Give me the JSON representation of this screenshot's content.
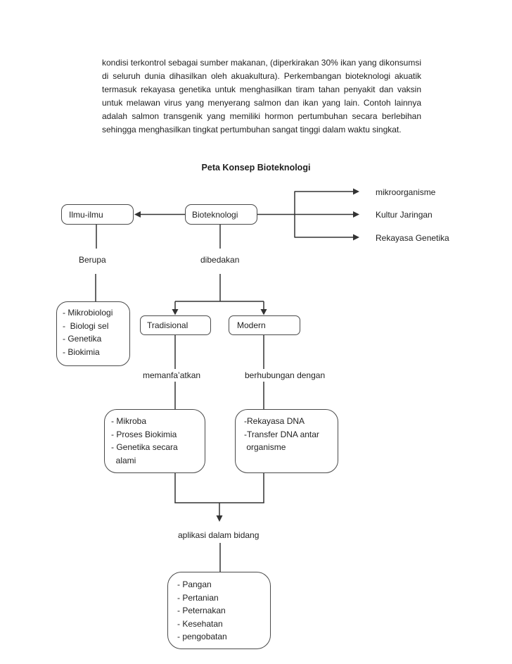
{
  "document": {
    "paragraph": "kondisi terkontrol sebagai sumber makanan, (diperkirakan 30% ikan yang dikonsumsi di seluruh dunia dihasilkan oleh akuakultura). Perkembangan bioteknologi akuatik termasuk rekayasa genetika untuk menghasilkan tiram tahan penyakit dan vaksin untuk melawan virus yang menyerang salmon dan ikan yang lain. Contoh lainnya adalah salmon transgenik yang memiliki hormon pertumbuhan secara berlebihan sehingga menghasilkan tingkat pertumbuhan sangat tinggi dalam waktu singkat.",
    "title": "Peta Konsep Bioteknologi"
  },
  "diagram": {
    "nodes": {
      "ilmu_ilmu": "Ilmu-ilmu",
      "bioteknologi": "Bioteknologi",
      "tradisional": "Tradisional",
      "modern": "Modern"
    },
    "edge_labels": {
      "berupa": "Berupa",
      "dibedakan": "dibedakan",
      "memanfaatkan": "memanfa’atkan",
      "berhubungan_dengan": "berhubungan dengan",
      "aplikasi_dalam_bidang": "aplikasi dalam bidang"
    },
    "branch_labels": {
      "mikroorganisme": "mikroorganisme",
      "kultur_jaringan": "Kultur Jaringan",
      "rekayasa_genetika": "Rekayasa Genetika"
    },
    "ilmu_list": {
      "items": [
        "- Mikrobiologi",
        "-  Biologi sel",
        "- Genetika",
        "- Biokimia"
      ]
    },
    "tradisional_list": {
      "items": [
        "- Mikroba",
        "- Proses Biokimia",
        "- Genetika secara",
        "  alami"
      ]
    },
    "modern_list": {
      "items": [
        "-Rekayasa DNA",
        "-Transfer DNA antar",
        " organisme"
      ]
    },
    "aplikasi_list": {
      "items": [
        "- Pangan",
        "- Pertanian",
        "- Peternakan",
        "- Kesehatan",
        "- pengobatan"
      ]
    },
    "colors": {
      "line": "#333333",
      "border": "#4a4a4a",
      "text": "#1f1f1f",
      "background": "#ffffff"
    }
  }
}
